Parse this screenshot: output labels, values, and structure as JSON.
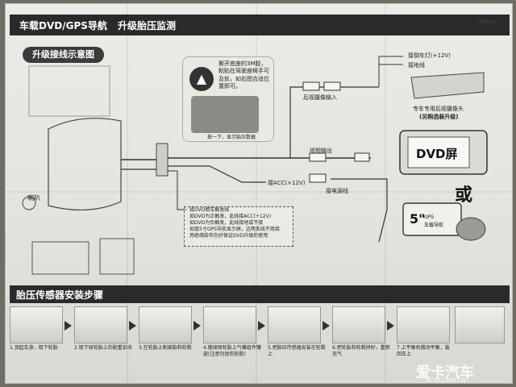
{
  "header": {
    "title_left": "车载DVD/GPS导航",
    "title_right": "升级胎压监测",
    "model_code": "PP6606"
  },
  "wiring": {
    "section_title": "升级接线示意图",
    "horn_label": "喇叭",
    "warn_text": "撕开底座的3M胶，粘贴在驾驶座椅手可及处，如右图合适位置即可。",
    "warn_caption": "按一下，显示胎压数据",
    "reverse_input": "后视摄像输入",
    "video_output": "视频输出",
    "acc_label": "接ACC(+12V)",
    "power_label": "接电源线",
    "reverse_light": "接倒车灯(+12V)",
    "ground": "接地线",
    "camera_caption": "专车专用后视摄像头",
    "camera_option": "(另购选装升级)",
    "dvd_screen": "DVD屏",
    "or_text": "或",
    "gps_size": "5\"",
    "gps_label": "GPS",
    "gps_caption": "车载导航",
    "note_lines": [
      "接DVD倒车触发线",
      "如DVD为正触发，此线接ACC(+12V)",
      "如DVD为负触发，此线接地或不接",
      "如接5寸GPS导航显示屏，这两条线不用接",
      "用绝缘胶布包好保证DVD升级的使用"
    ]
  },
  "install": {
    "section_title": "胎压传感器安装步骤",
    "steps": [
      "1.顶起车身，取下轮胎",
      "2.取下原轮胎上的配重铅块",
      "3.在轮胎上割离胎和轮毂",
      "4.撤掉原轮胎上气嘴组件镶嵌(注意勿划伤轮毂)",
      "5.把胎压传感器安装在轮毂上",
      "6.把轮胎和轮毂拼好，重新充气",
      "7.上平衡机做动平衡，装回车上"
    ]
  },
  "watermark": {
    "brand": "爱卡汽车",
    "url": "XCAR.COM.CN"
  }
}
